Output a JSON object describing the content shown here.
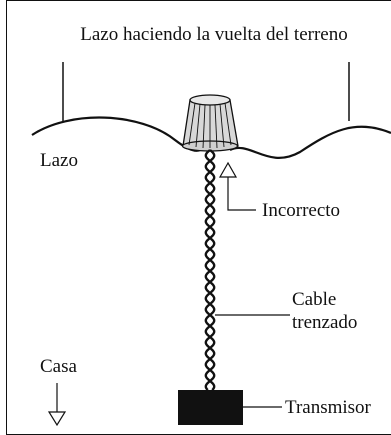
{
  "title": "Lazo haciendo la vuelta del terreno",
  "labels": {
    "lazo": "Lazo",
    "incorrecto": "Incorrecto",
    "cable_line1": "Cable",
    "cable_line2": "trenzado",
    "casa": "Casa",
    "transmisor": "Transmisor"
  },
  "colors": {
    "stroke": "#111111",
    "transmitter_fill": "#111111",
    "background": "#ffffff"
  }
}
